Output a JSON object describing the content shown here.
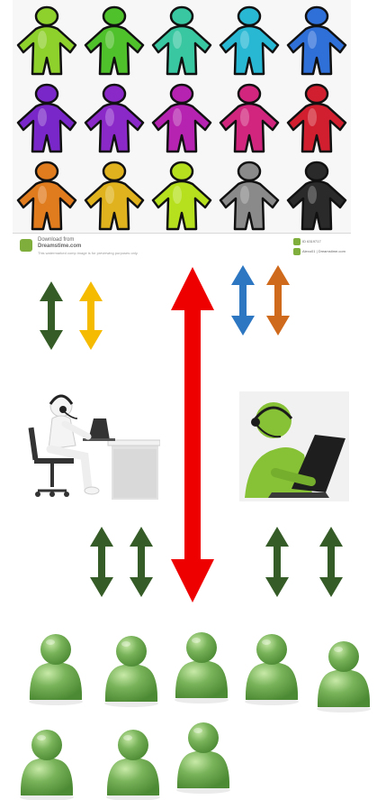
{
  "colors": {
    "dark_green": "#355c27",
    "gold": "#f5bb00",
    "red": "#ee0000",
    "blue": "#2c76c2",
    "orange": "#cf6a1c",
    "user_green": "#79b35a"
  },
  "stock_image": {
    "figure_colors": [
      [
        "#8fd12c",
        "#4fc12a",
        "#38c7a0",
        "#29b8d4",
        "#2f6fd8"
      ],
      [
        "#7a27c9",
        "#8a28c8",
        "#b623b0",
        "#d2267e",
        "#d21f2f"
      ],
      [
        "#e07b1e",
        "#e0b31e",
        "#b6e01e",
        "#8a8a8a",
        "#2a2a2a"
      ]
    ],
    "footer": {
      "download_from": "Download from",
      "site_name": "Dreamstime.com",
      "license_note": "This watermarked comp image is for previewing purposes only.",
      "image_id": "ID 6319717",
      "credit": "Alexo01 | Dreamstime.com"
    }
  },
  "agents": {
    "left_icon": "support-agent-at-desk-icon",
    "right_icon": "support-agent-with-laptop-icon"
  },
  "users": {
    "icon": "user-figure-icon",
    "count": 8
  }
}
